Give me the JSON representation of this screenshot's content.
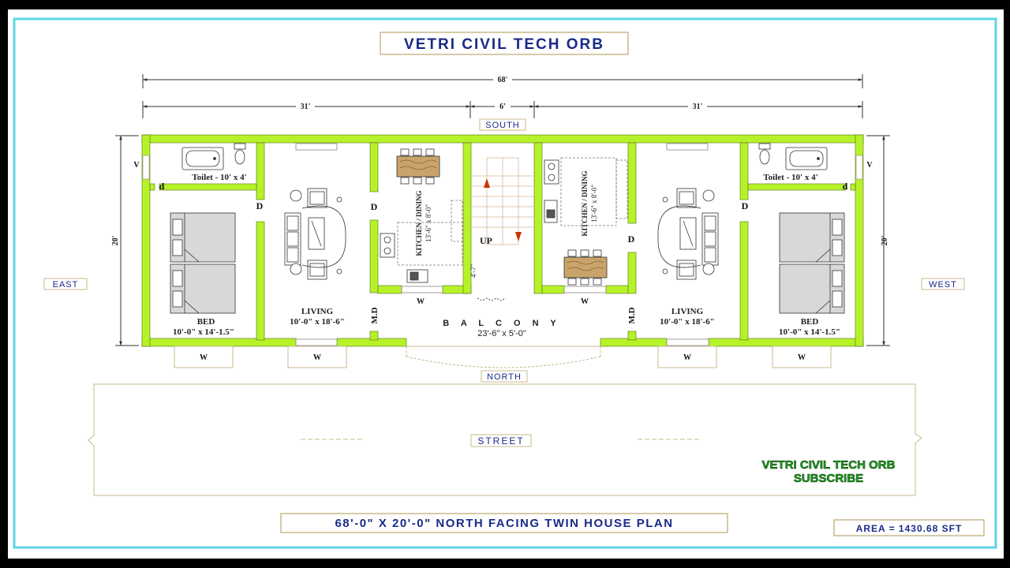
{
  "header": {
    "title": "VETRI CIVIL TECH ORB"
  },
  "dimensions": {
    "overall": "68'",
    "left": "31'",
    "middle": "6'",
    "right": "31'",
    "height_left": "20'",
    "height_right": "20'",
    "stair_width": "4'-7\""
  },
  "directions": {
    "south": "SOUTH",
    "north": "NORTH",
    "east": "EAST",
    "west": "WEST"
  },
  "rooms": {
    "toilet_left": "Toilet - 10' x 4'",
    "toilet_right": "Toilet - 10' x 4'",
    "bed_label": "BED",
    "bed_size": "10'-0\" x 14'-1.5\"",
    "living_label": "LIVING",
    "living_size": "10'-0\" x 18'-6\"",
    "kitchen_label": "KITCHEN / DINING",
    "kitchen_size": "13'-6\" x 8'-0\"",
    "balcony_label": "B A L C O N Y",
    "balcony_size": "23'-6\" x 5'-0\"",
    "stair_up": "UP"
  },
  "marks": {
    "door": "D",
    "small_door": "d",
    "ventilator": "V",
    "window": "W",
    "main_door": "M.D"
  },
  "street": {
    "label": "STREET"
  },
  "watermark": {
    "line1": "VETRI CIVIL TECH ORB",
    "line2": "SUBSCRIBE"
  },
  "footer": {
    "plan_title": "68'-0\" X 20'-0\" NORTH FACING TWIN HOUSE PLAN",
    "area": "AREA = 1430.68 SFT"
  },
  "colors": {
    "wall": "#b6f22a",
    "border": "#5fd4e8",
    "title_text": "#1a2a8a",
    "dim_line": "#333333",
    "watermark": "#1ea51e",
    "bed": "#d8d8d8"
  }
}
